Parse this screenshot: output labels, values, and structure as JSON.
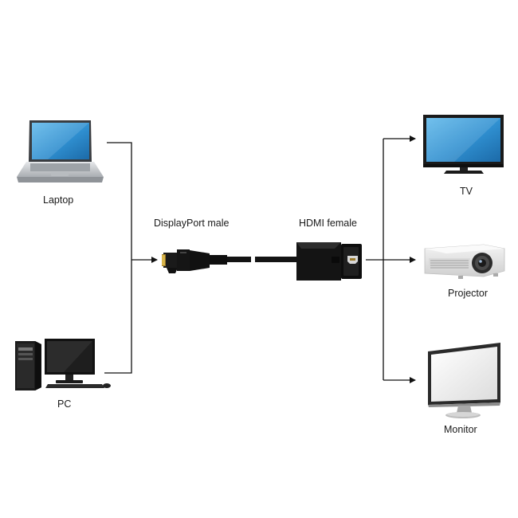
{
  "sources": {
    "laptop": {
      "label": "Laptop",
      "icon": "laptop-icon"
    },
    "pc": {
      "label": "PC",
      "icon": "desktop-pc-icon"
    }
  },
  "adapter": {
    "input_label": "DisplayPort male",
    "output_label": "HDMI female",
    "input_icon": "displayport-connector-icon",
    "output_icon": "hdmi-adapter-icon"
  },
  "outputs": {
    "tv": {
      "label": "TV",
      "icon": "tv-icon"
    },
    "projector": {
      "label": "Projector",
      "icon": "projector-icon"
    },
    "monitor": {
      "label": "Monitor",
      "icon": "monitor-icon"
    }
  },
  "colors": {
    "line": "#111111",
    "screen_blue": "#2f8fd0",
    "device_black": "#141414",
    "device_silver": "#c9ccd0"
  }
}
